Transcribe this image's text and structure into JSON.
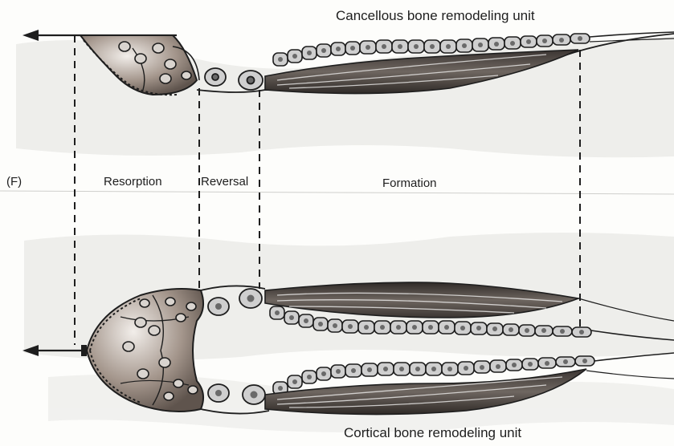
{
  "labels": {
    "top_title": "Cancellous bone remodeling unit",
    "bottom_title": "Cortical bone remodeling unit",
    "panel_letter": "(F)",
    "resorption": "Resorption",
    "reversal": "Reversal",
    "formation": "Formation"
  },
  "colors": {
    "ink": "#1e1e1e",
    "bone_texture": "#d6d6d3",
    "osteoclast_fill": "#8a7a70",
    "osteoid_fill": "#4a4440",
    "cell_fill": "#cfcfcf"
  }
}
